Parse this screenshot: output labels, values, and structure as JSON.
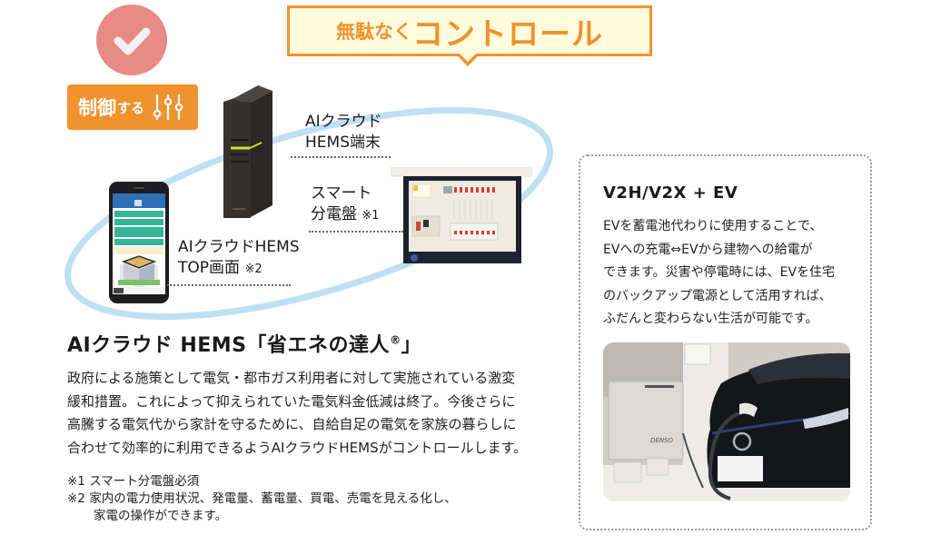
{
  "header": {
    "bubble_prefix": "無駄なく",
    "bubble_main": "コントロール",
    "accent_color": "#f0922e",
    "bubble_bg": "#fffbdc"
  },
  "badge": {
    "icon": "check-icon",
    "label_main": "制御",
    "label_suffix": "する",
    "slider_icon": "sliders-icon",
    "circle_color": "#e88a85"
  },
  "diagram": {
    "hems_terminal": {
      "line1": "AIクラウド",
      "line2": "HEMS端末"
    },
    "smart_panel": {
      "line1": "スマート",
      "line2": "分電盤",
      "note": "※1"
    },
    "app_screen": {
      "line1": "AIクラウドHEMS",
      "line2": "TOP画面",
      "note": "※2"
    },
    "arc_color": "#bfe0f3"
  },
  "main": {
    "title": "AIクラウド HEMS「省エネの達人",
    "title_mark": "®",
    "title_close": "」",
    "paragraph": [
      "政府による施策として電気・都市ガス利用者に対して実施されている激変",
      "緩和措置。これによって抑えられていた電気料金低減は終了。今後さらに",
      "高騰する電気代から家計を守るために、自給自足の電気を家族の暮らしに",
      "合わせて効率的に利用できるようAIクラウドHEMSがコントロールします。"
    ],
    "notes": [
      "※1 スマート分電盤必須",
      "※2 家内の電力使用状況、発電量、蓄電量、買電、売電を見える化し、",
      "家電の操作ができます。"
    ]
  },
  "v2h": {
    "title": "V2H/V2X + EV",
    "lines": [
      "EVを蓄電池代わりに使用することで、",
      "EVへの充電⇔EVから建物への給電が",
      "できます。災害や停電時には、EVを住宅",
      "のバックアップ電源として活用すれば、",
      "ふだんと変わらない生活が可能です。"
    ],
    "photo_alt": "EV charging from V2H unit in garage",
    "photo_brand": "DENSO"
  }
}
